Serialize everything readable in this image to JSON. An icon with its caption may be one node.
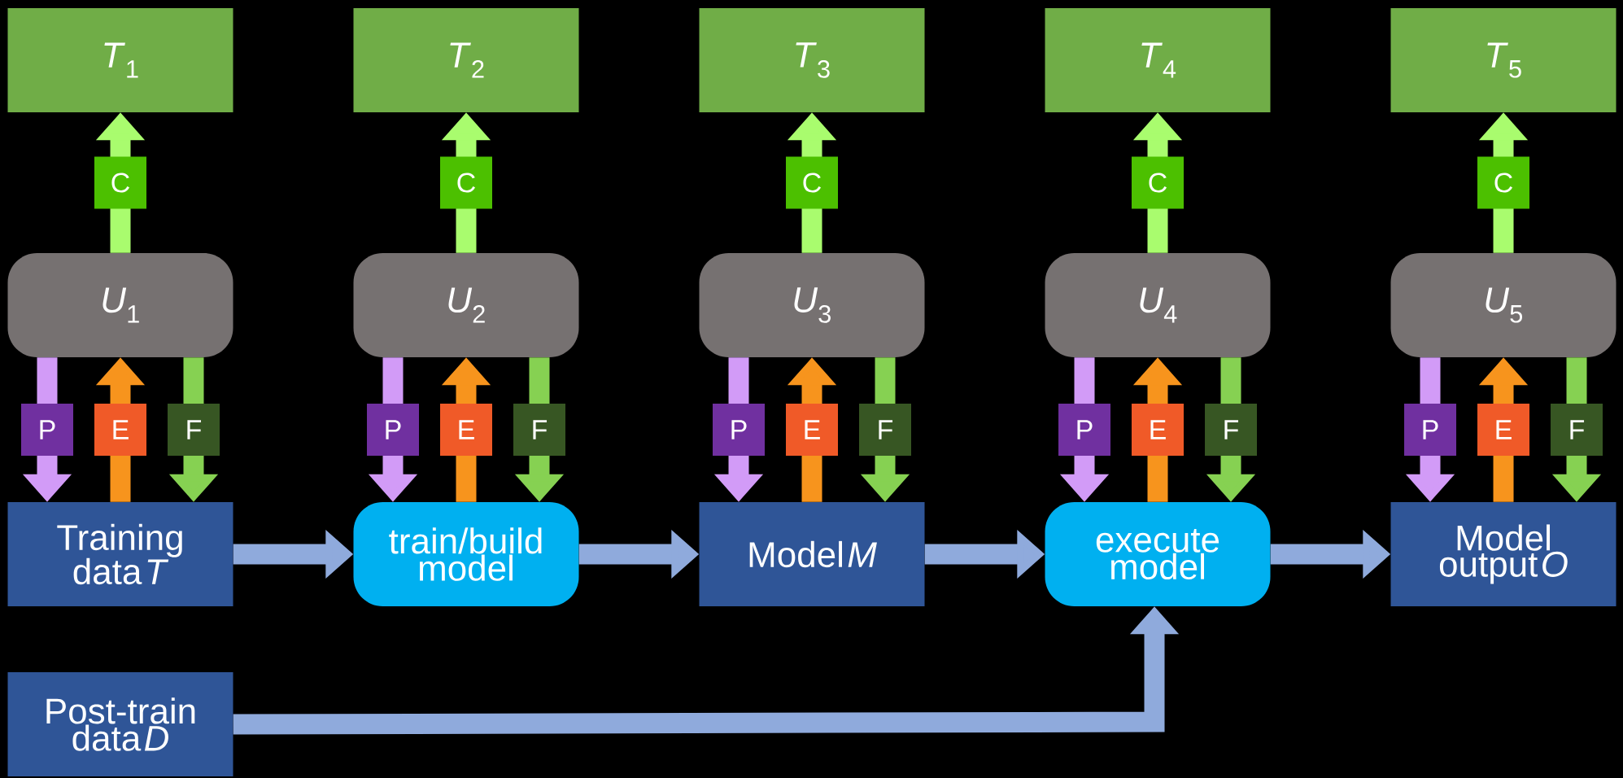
{
  "diagram": {
    "nodes": [
      {
        "text": [
          "*T*$_{1}$"
        ]
      },
      {
        "text": [
          "*T*$_{2}$"
        ]
      },
      {
        "text": [
          "*T*$_{3}$"
        ]
      },
      {
        "text": [
          "*T*$_{4}$"
        ]
      },
      {
        "text": [
          "*T*$_{5}$"
        ]
      },
      {
        "text": [
          "*U*$_{1}$"
        ]
      },
      {
        "text": [
          "*U*$_{2}$"
        ]
      },
      {
        "text": [
          "*U*$_{3}$"
        ]
      },
      {
        "text": [
          "*U*$_{4}$"
        ]
      },
      {
        "text": [
          "*U*$_{5}$"
        ]
      },
      {
        "text": [
          "Training data *T*"
        ]
      },
      {
        "text": [
          "train/build model"
        ]
      },
      {
        "text": [
          "Model *M*"
        ]
      },
      {
        "text": [
          "execute model"
        ]
      },
      {
        "text": [
          "Model output *O*"
        ]
      },
      {
        "text": [
          "Post-train data *D*"
        ]
      }
    ],
    "edges": [
      {
        "from": 5,
        "to": 0,
        "arrow": "to",
        "label": "C",
        "color": "#a9fc6e"
      },
      {
        "from": 5,
        "to": 10,
        "arrow": "to",
        "label": "P",
        "color": "#d29bf7"
      },
      {
        "from": 10,
        "to": 5,
        "arrow": "to",
        "label": "E",
        "color": "#f7941d"
      },
      {
        "from": 5,
        "to": 10,
        "arrow": "to",
        "label": "F",
        "color": "#86d152"
      },
      {
        "from": 6,
        "to": 1,
        "arrow": "to",
        "label": "C",
        "color": "#a9fc6e"
      },
      {
        "from": 6,
        "to": 11,
        "arrow": "to",
        "label": "P",
        "color": "#d29bf7"
      },
      {
        "from": 11,
        "to": 6,
        "arrow": "to",
        "label": "E",
        "color": "#f7941d"
      },
      {
        "from": 6,
        "to": 11,
        "arrow": "to",
        "label": "F",
        "color": "#86d152"
      },
      {
        "from": 7,
        "to": 2,
        "arrow": "to",
        "label": "C",
        "color": "#a9fc6e"
      },
      {
        "from": 7,
        "to": 12,
        "arrow": "to",
        "label": "P",
        "color": "#d29bf7"
      },
      {
        "from": 12,
        "to": 7,
        "arrow": "to",
        "label": "E",
        "color": "#f7941d"
      },
      {
        "from": 7,
        "to": 12,
        "arrow": "to",
        "label": "F",
        "color": "#86d152"
      },
      {
        "from": 8,
        "to": 3,
        "arrow": "to",
        "label": "C",
        "color": "#a9fc6e"
      },
      {
        "from": 8,
        "to": 13,
        "arrow": "to",
        "label": "P",
        "color": "#d29bf7"
      },
      {
        "from": 13,
        "to": 8,
        "arrow": "to",
        "label": "E",
        "color": "#f7941d"
      },
      {
        "from": 8,
        "to": 13,
        "arrow": "to",
        "label": "F",
        "color": "#86d152"
      },
      {
        "from": 9,
        "to": 4,
        "arrow": "to",
        "label": "C",
        "color": "#a9fc6e"
      },
      {
        "from": 9,
        "to": 14,
        "arrow": "to",
        "label": "P",
        "color": "#d29bf7"
      },
      {
        "from": 14,
        "to": 9,
        "arrow": "to",
        "label": "E",
        "color": "#f7941d"
      },
      {
        "from": 9,
        "to": 14,
        "arrow": "to",
        "label": "F",
        "color": "#86d152"
      },
      {
        "from": 10,
        "to": 11,
        "arrow": "to",
        "color": "#8faadc"
      },
      {
        "from": 11,
        "to": 12,
        "arrow": "to",
        "color": "#8faadc"
      },
      {
        "from": 12,
        "to": 13,
        "arrow": "to",
        "color": "#8faadc"
      },
      {
        "from": 13,
        "to": 14,
        "arrow": "to",
        "color": "#8faadc"
      },
      {
        "from": 15,
        "to": 13,
        "arrow": "to",
        "color": "#8faadc"
      }
    ]
  }
}
